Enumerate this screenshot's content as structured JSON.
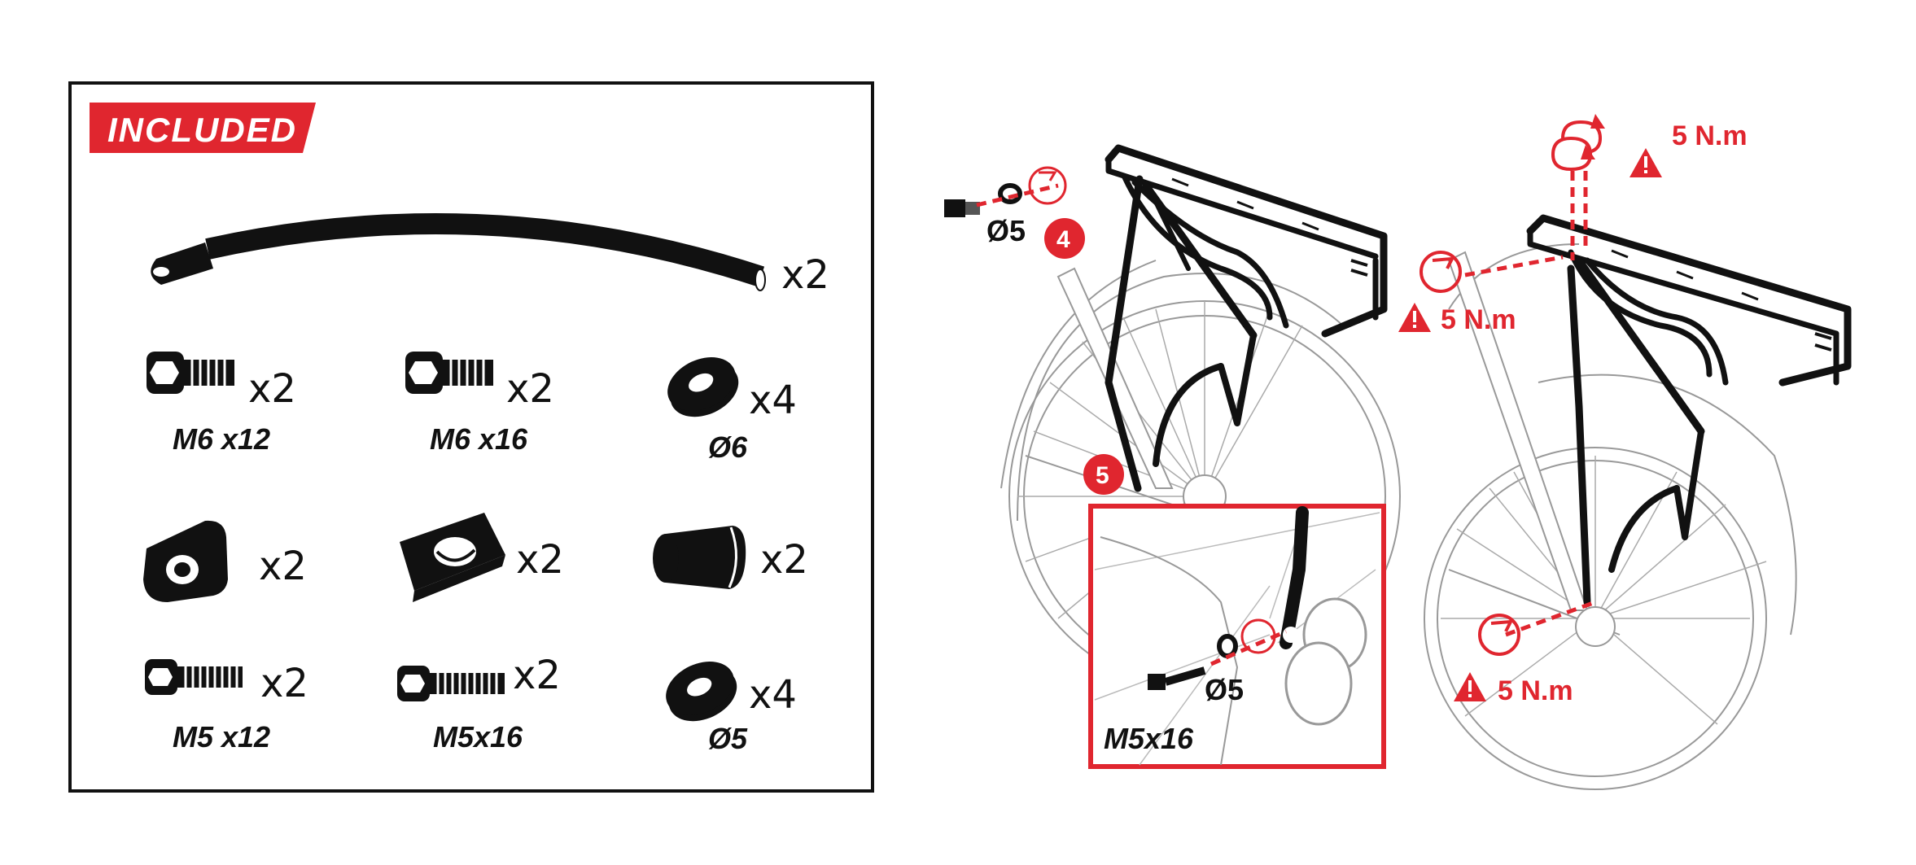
{
  "colors": {
    "accent": "#e0262f",
    "ink": "#111111"
  },
  "included": {
    "header": "INCLUDED",
    "items": [
      {
        "icon": "cable-icon",
        "qty": "x2",
        "caption": ""
      },
      {
        "icon": "bolt-icon",
        "qty": "x2",
        "caption": "M6 x12"
      },
      {
        "icon": "bolt-icon",
        "qty": "x2",
        "caption": "M6 x16"
      },
      {
        "icon": "washer-icon",
        "qty": "x4",
        "caption": "Ø6"
      },
      {
        "icon": "spacer-block-icon",
        "qty": "x2",
        "caption": ""
      },
      {
        "icon": "clamp-block-icon",
        "qty": "x2",
        "caption": ""
      },
      {
        "icon": "end-cap-icon",
        "qty": "x2",
        "caption": ""
      },
      {
        "icon": "bolt-icon",
        "qty": "x2",
        "caption": "M5 x12"
      },
      {
        "icon": "bolt-icon",
        "qty": "x2",
        "caption": "M5x16"
      },
      {
        "icon": "washer-icon",
        "qty": "x4",
        "caption": "Ø5"
      }
    ]
  },
  "assembly": {
    "step_a": "4",
    "step_b": "5",
    "washer_top": "Ø5",
    "washer_detail": "Ø5",
    "detail_bolt": "M5x16",
    "torque": [
      "5 N.m",
      "5 N.m",
      "5 N.m"
    ]
  }
}
